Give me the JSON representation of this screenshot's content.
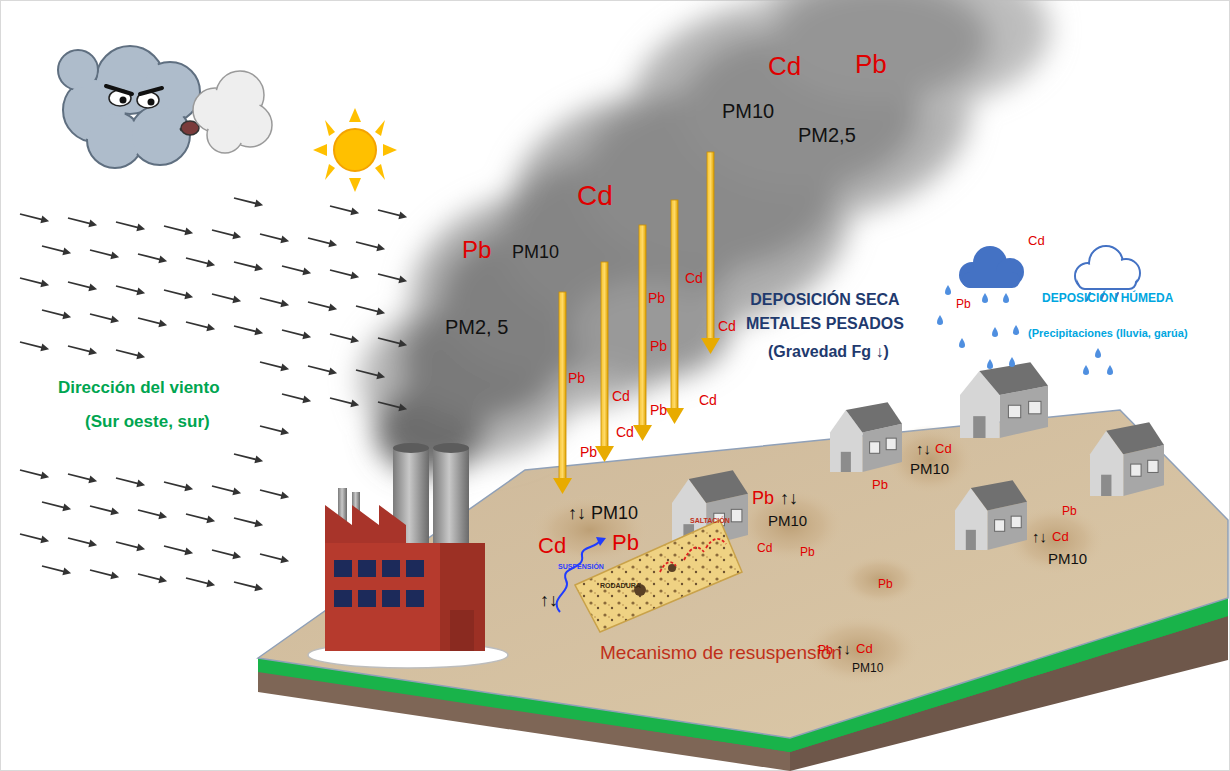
{
  "diagram": {
    "labels": [
      "Cd",
      "Pb",
      "PM10",
      "PM2,5",
      "Cd",
      "Pb",
      "PM10",
      "PM2, 5",
      "Cd",
      "Pb",
      "Pb",
      "Cd",
      "Pb",
      "Cd",
      "Pb",
      "Cd",
      "Cd",
      "Pb",
      "DEPOSICIÓN SECA METALES PESADOS",
      "(Gravedad Fg ↓)",
      "Pb",
      "Cd",
      "DEPOSICIÓN HÚMEDA",
      "(Precipitaciones (lluvia, garúa)",
      "Dirección del viento",
      "(Sur oeste, sur)",
      "↑↓ PM10",
      "Cd",
      "Pb",
      "SUSPENSIÓN",
      "SALTACIÓN",
      "RODADURA",
      "↑↓",
      "Mecanismo de resuspensión",
      "Pb",
      "↑↓",
      "PM10",
      "Cd",
      "Pb",
      "Pb",
      "Pb",
      "↑↓",
      "Cd",
      "PM10",
      "Pb",
      "↑↓",
      "Cd",
      "PM10",
      "Pb",
      "↑↓",
      "Cd",
      "PM10"
    ]
  }
}
